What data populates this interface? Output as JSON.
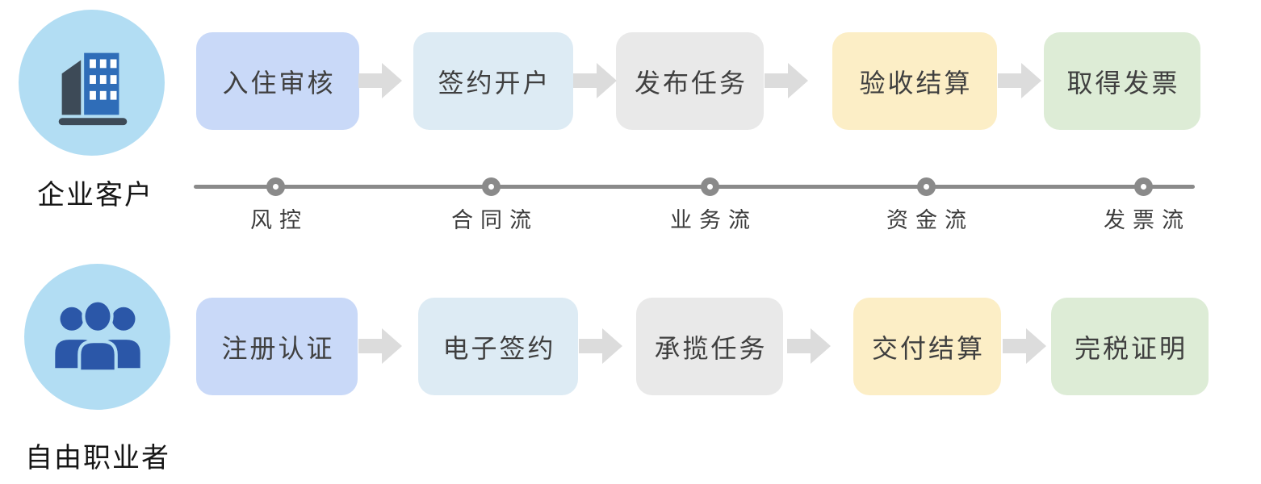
{
  "diagram": {
    "actors": [
      {
        "label": "企业客户",
        "icon": "building-icon"
      },
      {
        "label": "自由职业者",
        "icon": "people-icon"
      }
    ],
    "rows": [
      {
        "steps": [
          {
            "label": "入住审核",
            "color": "#c9d9f8"
          },
          {
            "label": "签约开户",
            "color": "#ddebf4"
          },
          {
            "label": "发布任务",
            "color": "#e9e9e9"
          },
          {
            "label": "验收结算",
            "color": "#fceec6"
          },
          {
            "label": "取得发票",
            "color": "#ddecd6"
          }
        ]
      },
      {
        "steps": [
          {
            "label": "注册认证",
            "color": "#c9d9f8"
          },
          {
            "label": "电子签约",
            "color": "#ddebf4"
          },
          {
            "label": "承揽任务",
            "color": "#e9e9e9"
          },
          {
            "label": "交付结算",
            "color": "#fceec6"
          },
          {
            "label": "完税证明",
            "color": "#ddecd6"
          }
        ]
      }
    ],
    "timeline": {
      "milestones": [
        "风控",
        "合同流",
        "业务流",
        "资金流",
        "发票流"
      ]
    },
    "colors": {
      "background": "#ffffff",
      "arrow": "#dcdcdc",
      "timeline": "#8a8a8a",
      "avatar_bg": "#b2ddf3",
      "icon_dark": "#3d4a57",
      "icon_blue": "#2f6db8",
      "icon_people": "#2b57a8"
    }
  }
}
